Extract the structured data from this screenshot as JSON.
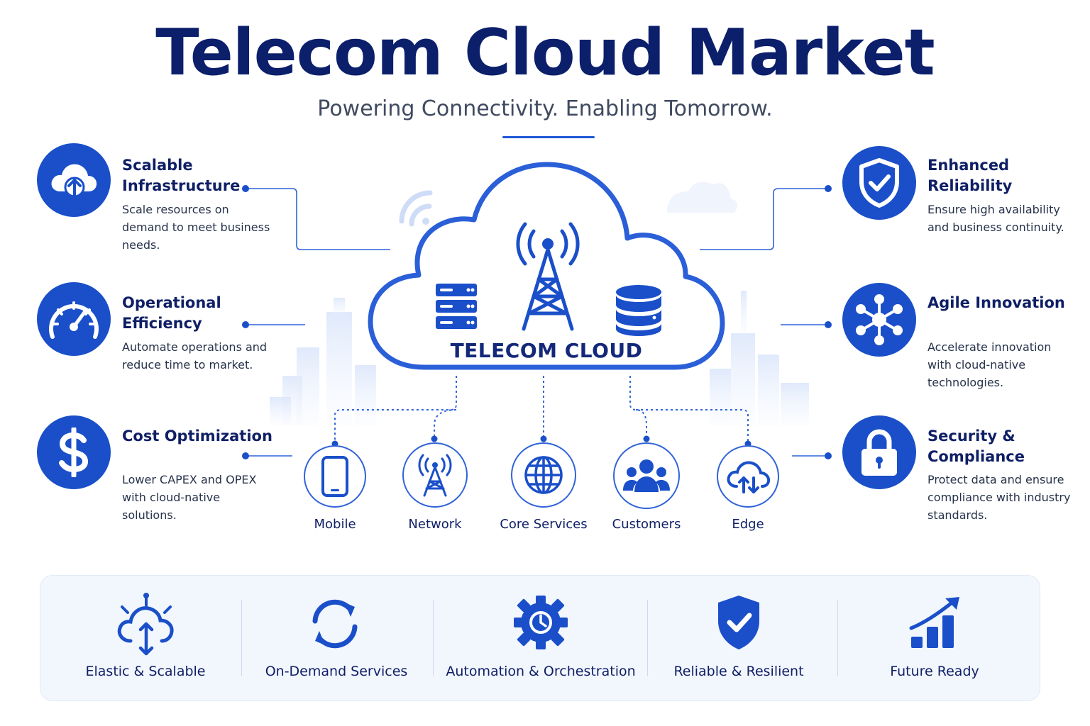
{
  "header": {
    "title": "Telecom Cloud Market",
    "subtitle": "Powering Connectivity. Enabling Tomorrow."
  },
  "cloud": {
    "label": "TELECOM CLOUD",
    "icons": [
      "server-rack-icon",
      "cell-tower-icon",
      "database-icon"
    ]
  },
  "left_features": [
    {
      "title": "Scalable Infrastructure",
      "description": "Scale resources on demand to meet business needs.",
      "icon": "cloud-upload-icon"
    },
    {
      "title": "Operational Efficiency",
      "description": "Automate operations and reduce time to market.",
      "icon": "speedometer-icon"
    },
    {
      "title": "Cost Optimization",
      "description": "Lower CAPEX and OPEX with cloud-native solutions.",
      "icon": "dollar-icon"
    }
  ],
  "right_features": [
    {
      "title": "Enhanced Reliability",
      "description": "Ensure high availability and business continuity.",
      "icon": "shield-check-icon"
    },
    {
      "title": "Agile Innovation",
      "description": "Accelerate innovation with cloud-native technologies.",
      "icon": "network-hub-icon"
    },
    {
      "title": "Security & Compliance",
      "description": "Protect data and ensure compliance with industry standards.",
      "icon": "padlock-icon"
    }
  ],
  "endpoints": [
    {
      "label": "Mobile",
      "icon": "smartphone-icon"
    },
    {
      "label": "Network",
      "icon": "cell-tower-icon"
    },
    {
      "label": "Core Services",
      "icon": "globe-icon"
    },
    {
      "label": "Customers",
      "icon": "users-icon"
    },
    {
      "label": "Edge",
      "icon": "cloud-sync-icon"
    }
  ],
  "benefits": [
    {
      "label": "Elastic & Scalable",
      "icon": "cloud-expand-icon"
    },
    {
      "label": "On-Demand Services",
      "icon": "refresh-icon"
    },
    {
      "label": "Automation & Orchestration",
      "icon": "gear-icon"
    },
    {
      "label": "Reliable & Resilient",
      "icon": "shield-check-icon"
    },
    {
      "label": "Future Ready",
      "icon": "growth-chart-icon"
    }
  ],
  "colors": {
    "primary": "#1a4fc9",
    "title": "#0b1f6b",
    "panel": "#f2f6fd",
    "skyline": "#dde8fb"
  }
}
